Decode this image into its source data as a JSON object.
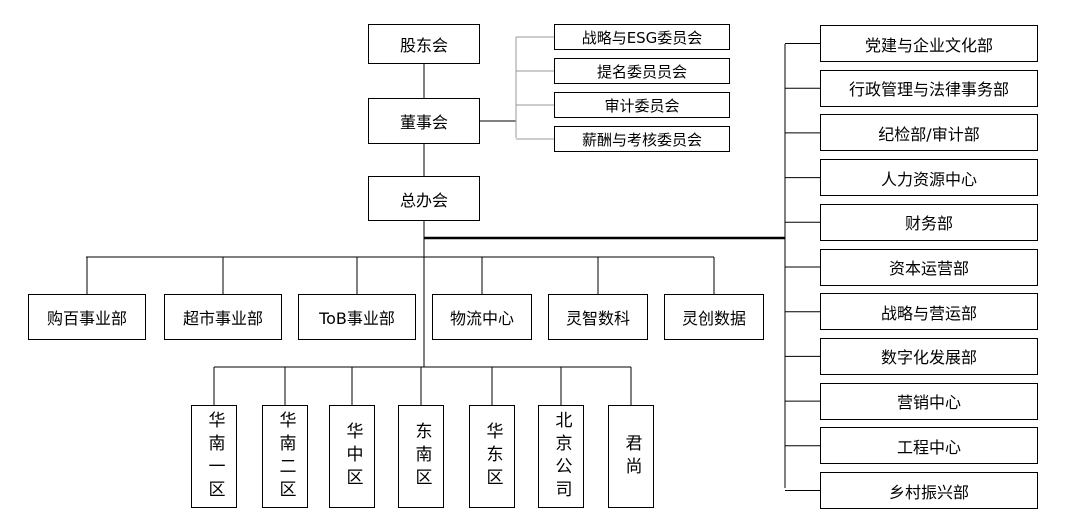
{
  "core": {
    "shareholders": "股东会",
    "board": "董事会",
    "executive": "总办会"
  },
  "committees": [
    "战略与ESG委员会",
    "提名委员员会",
    "审计委员会",
    "薪酬与考核委员会"
  ],
  "departments": [
    "党建与企业文化部",
    "行政管理与法律事务部",
    "纪检部/审计部",
    "人力资源中心",
    "财务部",
    "资本运营部",
    "战略与营运部",
    "数字化发展部",
    "营销中心",
    "工程中心",
    "乡村振兴部"
  ],
  "business_units": [
    "购百事业部",
    "超市事业部",
    "ToB事业部",
    "物流中心",
    "灵智数科",
    "灵创数据"
  ],
  "regions": [
    "华南一区",
    "华南二区",
    "华中区",
    "东南区",
    "华东区",
    "北京公司",
    "君尚"
  ],
  "colors": {
    "line": "#000000",
    "thin_line": "#9a9a9a",
    "box_border": "#000000",
    "background": "#ffffff"
  }
}
